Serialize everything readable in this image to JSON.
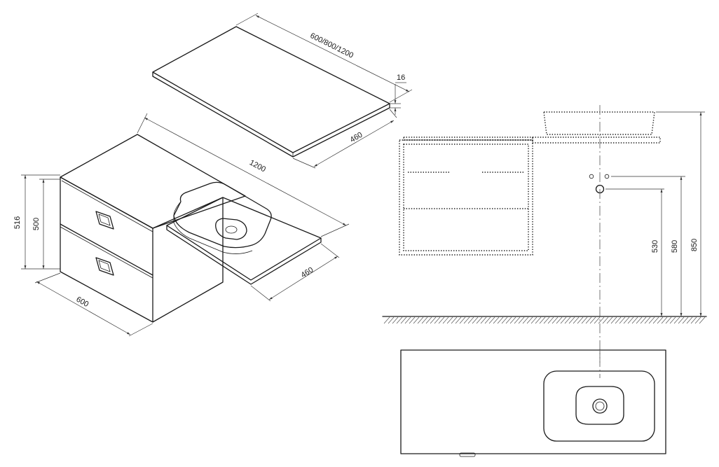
{
  "iso_dims": {
    "counter_length": "600/800/1200",
    "counter_thickness": "16",
    "counter_depth": "460",
    "total_length": "1200",
    "cabinet_height_total": "516",
    "cabinet_height": "500",
    "cabinet_width": "600",
    "shelf_depth": "460"
  },
  "front_dims": {
    "drain_height": "530",
    "outlet_height": "580",
    "basin_top_height": "850"
  }
}
